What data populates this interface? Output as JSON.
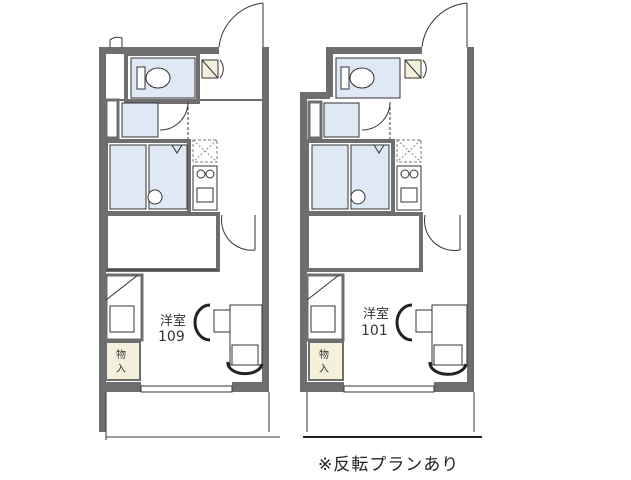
{
  "floorplans": [
    {
      "id": "left",
      "room_type": "洋室",
      "room_number": "109",
      "storage_label_1": "物",
      "storage_label_2": "入"
    },
    {
      "id": "right",
      "room_type": "洋室",
      "room_number": "101",
      "storage_label_1": "物",
      "storage_label_2": "入"
    }
  ],
  "note": "※反転プランあり",
  "colors": {
    "wall": "#6e6e6e",
    "wet_area": "#dfe9f5",
    "storage": "#f5f0dc",
    "line": "#333333"
  }
}
